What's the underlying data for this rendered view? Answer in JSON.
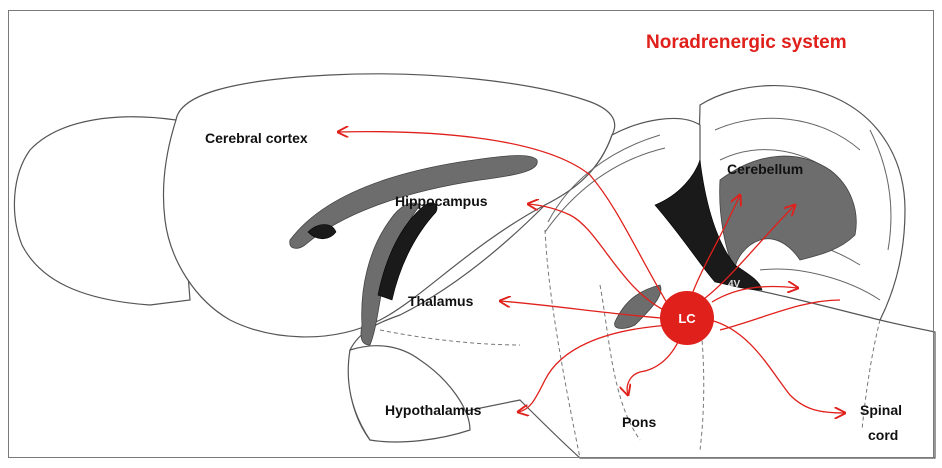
{
  "title": "Noradrenergic system",
  "colors": {
    "projection": "#e0201b",
    "title": "#e0201b",
    "tissue_gray": "#6d6d6d",
    "ventricle": "#1a1a1a"
  },
  "labels": {
    "cerebral_cortex": "Cerebral cortex",
    "hippocampus": "Hippocampus",
    "thalamus": "Thalamus",
    "hypothalamus": "Hypothalamus",
    "cerebellum": "Cerebellum",
    "pons": "Pons",
    "spinal_cord_line1": "Spinal",
    "spinal_cord_line2": "cord",
    "locus_coeruleus": "LC",
    "fourth_ventricle": "4V"
  }
}
